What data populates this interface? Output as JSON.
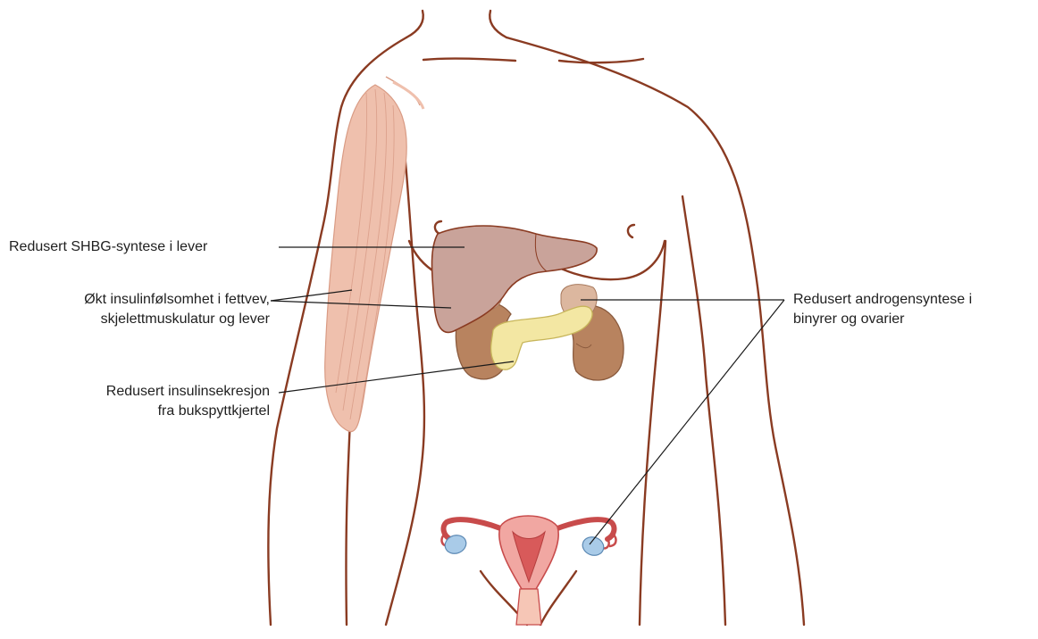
{
  "colors": {
    "outline": "#8a3b22",
    "leader": "#1a1a1a",
    "liver": "#c9a39a",
    "kidney": "#b8835f",
    "adrenal": "#dcb79f",
    "pancreas": "#f3e7a3",
    "muscle": "#efc0ad",
    "uterus": "#e06a6a",
    "ovary": "#a9cbe8"
  },
  "labels": {
    "liver": {
      "line1": "Redusert SHBG-syntese i lever"
    },
    "insulin_sensitivity": {
      "line1": "Økt insulinfølsomhet i fettvev,",
      "line2": "skjelettmuskulatur og lever"
    },
    "insulin_secretion": {
      "line1": "Redusert insulinsekresjon",
      "line2": "fra bukspyttkjertel"
    },
    "androgen": {
      "line1": "Redusert androgensyntese i",
      "line2": "binyrer og ovarier"
    }
  }
}
